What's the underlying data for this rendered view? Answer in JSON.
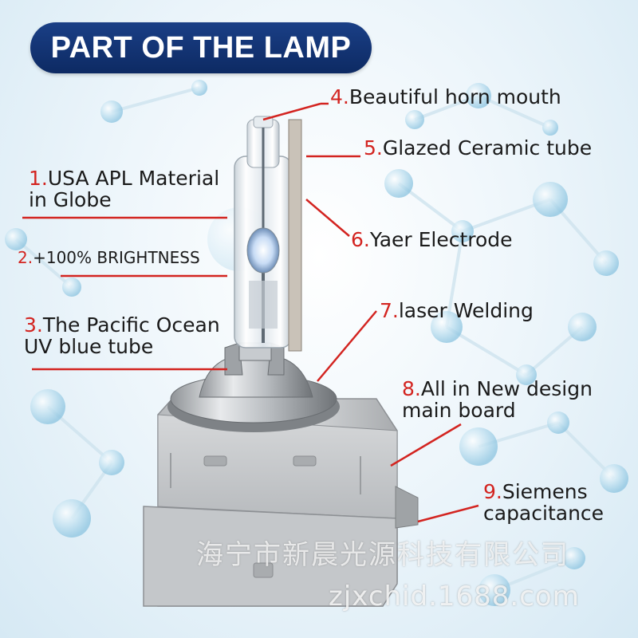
{
  "title": "PART OF THE LAMP",
  "accent_color": "#d32420",
  "title_bg_color": "#0f2d6b",
  "callouts": [
    {
      "num": "1.",
      "lines": [
        "USA APL Material",
        "in Globe"
      ]
    },
    {
      "num": "2.",
      "lines": [
        "+100% BRIGHTNESS"
      ]
    },
    {
      "num": "3.",
      "lines": [
        "The Pacific Ocean",
        "UV blue tube"
      ]
    },
    {
      "num": "4.",
      "lines": [
        "Beautiful horn mouth"
      ]
    },
    {
      "num": "5.",
      "lines": [
        "Glazed  Ceramic tube"
      ]
    },
    {
      "num": "6.",
      "lines": [
        "Yaer Electrode"
      ]
    },
    {
      "num": "7.",
      "lines": [
        "laser  Welding"
      ]
    },
    {
      "num": "8.",
      "lines": [
        "All  in New design",
        "main board"
      ]
    },
    {
      "num": "9.",
      "lines": [
        "Siemens",
        "capacitance"
      ]
    }
  ],
  "watermark": {
    "company": "海宁市新晨光源科技有限公司",
    "url": "zjxchid.1688.com"
  }
}
